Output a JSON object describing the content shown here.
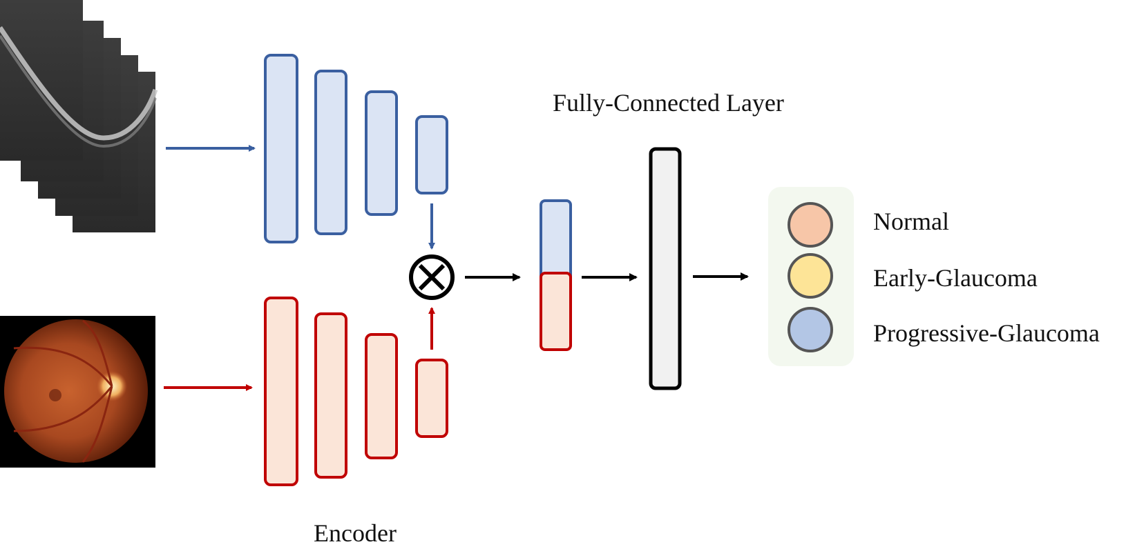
{
  "labels": {
    "fc_layer": "Fully-Connected Layer",
    "encoder": "Encoder"
  },
  "classes": [
    "Normal",
    "Early-Glaucoma",
    "Progressive-Glaucoma"
  ],
  "colors": {
    "oct_stroke": "#3a5fa0",
    "oct_fill": "#dbe4f4",
    "fundus_stroke": "#c00000",
    "fundus_fill": "#fbe5d8",
    "fc_fill": "#f1f1f1",
    "fc_stroke": "#000000",
    "output_panel": "#f3f8ef",
    "normal": "#f7c6a8",
    "early": "#fde497",
    "progressive": "#b3c6e5",
    "node_stroke": "#555555"
  },
  "inputs": {
    "oct_icon": "oct-scan-stack",
    "fundus_icon": "fundus-photo"
  },
  "fusion_operator": "cross-product-icon"
}
